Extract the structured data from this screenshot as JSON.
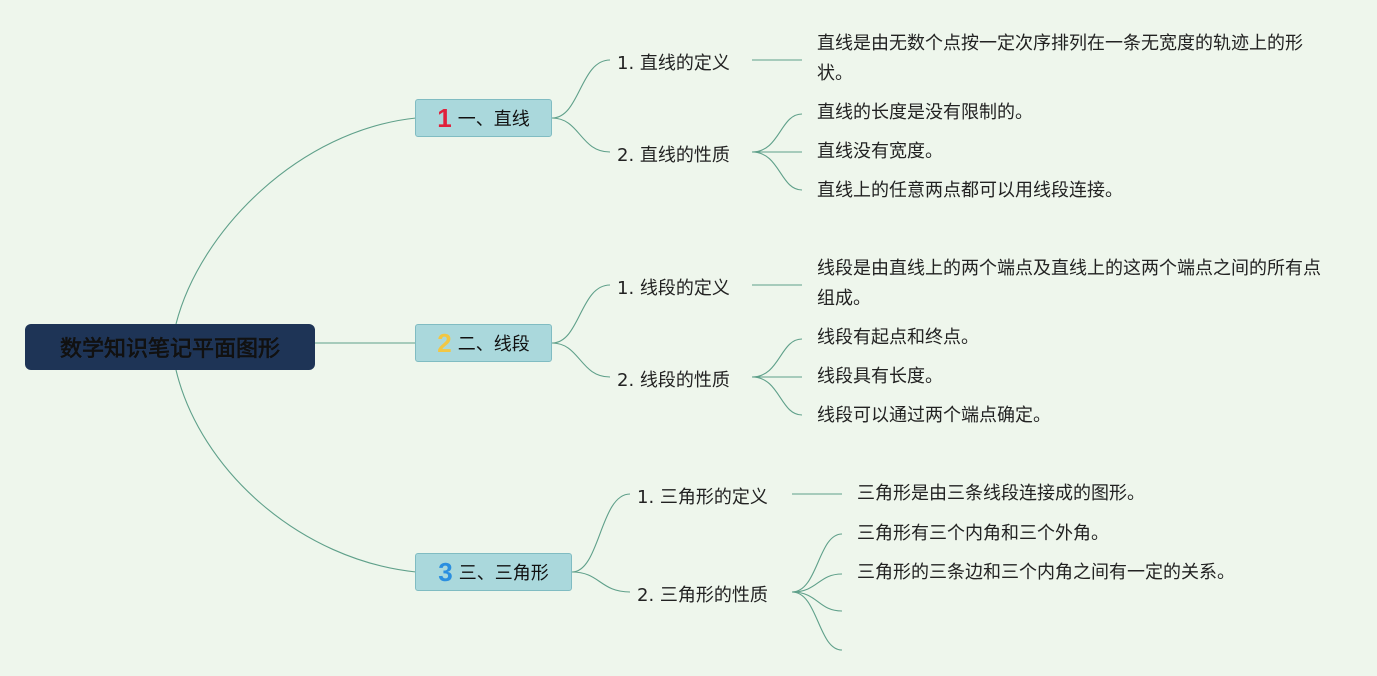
{
  "root": {
    "label": "数学知识笔记平面图形"
  },
  "branches": [
    {
      "number": "1",
      "number_color": "#e0213c",
      "label": "一、直线",
      "subtopics": [
        {
          "label": "1. 直线的定义",
          "items": [
            "直线是由无数个点按一定次序排列在一条无宽度的轨迹上的形状。"
          ]
        },
        {
          "label": "2. 直线的性质",
          "items": [
            "直线的长度是没有限制的。",
            "直线没有宽度。",
            "直线上的任意两点都可以用线段连接。"
          ]
        }
      ]
    },
    {
      "number": "2",
      "number_color": "#f2c744",
      "label": "二、线段",
      "subtopics": [
        {
          "label": "1. 线段的定义",
          "items": [
            "线段是由直线上的两个端点及直线上的这两个端点之间的所有点组成。"
          ]
        },
        {
          "label": "2. 线段的性质",
          "items": [
            "线段有起点和终点。",
            "线段具有长度。",
            "线段可以通过两个端点确定。"
          ]
        }
      ]
    },
    {
      "number": "3",
      "number_color": "#2b8fe0",
      "label": "三、三角形",
      "subtopics": [
        {
          "label": "1. 三角形的定义",
          "items": [
            "三角形是由三条线段连接成的图形。"
          ]
        },
        {
          "label": "2. 三角形的性质",
          "items": [
            "三角形有三个内角和三个外角。",
            "三角形的三条边和三个内角之间有一定的关系。"
          ]
        }
      ]
    }
  ]
}
